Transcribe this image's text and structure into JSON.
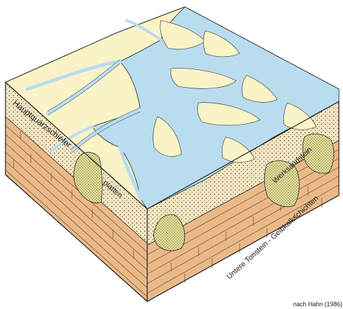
{
  "labels": {
    "hauptquarzschiefer": "Hauptquarzschiefer",
    "platten": "platten",
    "werksandstein": "Werksandstein",
    "tonstein": "Untere Tonstein - Gelbkalkschichten"
  },
  "credit": "nach Hahn (1986)",
  "colors": {
    "sea": "#b9dcef",
    "land": "#fbf3c8",
    "sand_layer": "#f4e6c2",
    "sandstone_body": "#eee89a",
    "shale": "#eab98a",
    "line": "#222222"
  }
}
